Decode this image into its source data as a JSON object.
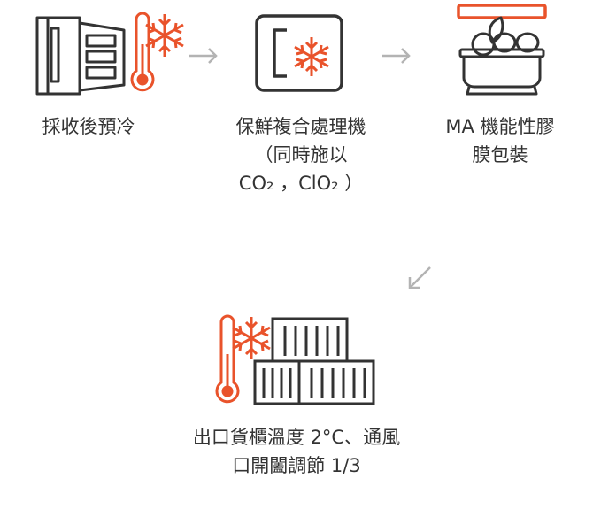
{
  "colors": {
    "accent": "#e9532b",
    "stroke": "#333333",
    "arrow": "#b3b3b3"
  },
  "steps": [
    {
      "icon": "fridge-thermometer-snowflake-icon",
      "lines": [
        "採收後預冷"
      ]
    },
    {
      "icon": "fumigation-chamber-snowflake-icon",
      "lines": [
        "保鮮複合處理機",
        "（同時施以",
        "CO₂ ，ClO₂ ）"
      ]
    },
    {
      "icon": "produce-basket-film-icon",
      "lines": [
        "MA 機能性膠",
        "膜包裝"
      ]
    },
    {
      "icon": "containers-thermometer-snowflake-icon",
      "lines": [
        "出口貨櫃溫度 2°C、通風",
        "口開闔調節 1/3"
      ]
    }
  ],
  "arrows": [
    "right-arrow-icon",
    "right-arrow-icon",
    "down-left-arrow-icon"
  ]
}
